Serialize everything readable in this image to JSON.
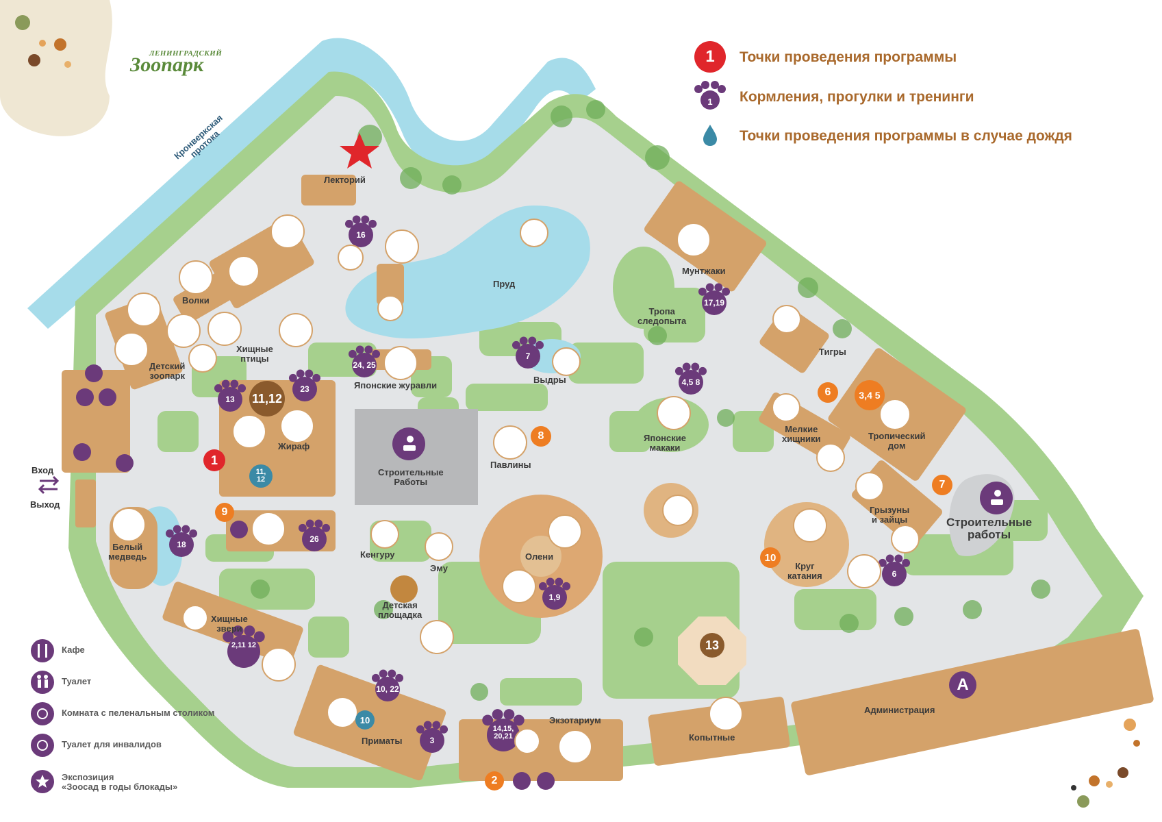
{
  "logo": {
    "top_text": "ЛЕНИНГРАДСКИЙ",
    "main_text": "Зоопарк"
  },
  "legend": {
    "program_points": {
      "badge": "1",
      "label": "Точки проведения программы"
    },
    "feedings": {
      "badge": "1",
      "label": "Кормления, прогулки и тренинги"
    },
    "rain": {
      "label": "Точки проведения программы в случае дождя"
    }
  },
  "key": {
    "cafe": "Кафе",
    "toilet": "Туалет",
    "baby_room": "Комната с пеленальным столиком",
    "disabled_toilet": "Туалет для инвалидов",
    "exposition_line1": "Экспозиция",
    "exposition_line2": "«Зоосад в годы блокады»"
  },
  "river": {
    "line1": "Кронверкская",
    "line2": "протока"
  },
  "entrance": {
    "enter": "Вход",
    "exit": "Выход"
  },
  "places": {
    "lectorium": "Лекторий",
    "pond": "Пруд",
    "wolves": "Волки",
    "birds_of_prey_1": "Хищные",
    "birds_of_prey_2": "птицы",
    "children_zoo_1": "Детский",
    "children_zoo_2": "зоопарк",
    "giraffe": "Жираф",
    "japanese_cranes": "Японские журавли",
    "otters": "Выдры",
    "construction_center_1": "Строительные",
    "construction_center_2": "Работы",
    "peacocks": "Павлины",
    "muntjacs": "Мунтжаки",
    "trail_1": "Тропа",
    "trail_2": "следопыта",
    "tigers": "Тигры",
    "japanese_macaques_1": "Японские",
    "japanese_macaques_2": "макаки",
    "small_predators_1": "Мелкие",
    "small_predators_2": "хищники",
    "tropical_house_1": "Тропический",
    "tropical_house_2": "дом",
    "construction_right_1": "Строительные",
    "construction_right_2": "работы",
    "rodents_1": "Грызуны",
    "rodents_2": "и зайцы",
    "riding_circle_1": "Круг",
    "riding_circle_2": "катания",
    "polar_bear_1": "Белый",
    "polar_bear_2": "медведь",
    "kangaroo": "Кенгуру",
    "emu": "Эму",
    "deer": "Олени",
    "playground_1": "Детская",
    "playground_2": "площадка",
    "predators_1": "Хищные",
    "predators_2": "звери",
    "primates": "Приматы",
    "exotarium": "Экзотариум",
    "hoofed": "Копытные",
    "administration": "Администрация"
  },
  "program_markers": {
    "red": "1",
    "orange": [
      "2",
      "3,4 5",
      "6",
      "7",
      "8",
      "9",
      "10"
    ],
    "brown_center": "11,12",
    "brown_13": "13",
    "admin_letter": "A"
  },
  "paw_markers": [
    "16",
    "17,19",
    "24, 25",
    "7",
    "4,5 8",
    "13",
    "23",
    "26",
    "18",
    "6",
    "1,9",
    "2,11 12",
    "10, 22",
    "3",
    "14,15, 20,21"
  ],
  "rain_markers": [
    "11, 12",
    "10"
  ],
  "colors": {
    "accent_text": "#a9692c",
    "purple": "#6b3a7a",
    "red": "#e0262b",
    "orange": "#ee7d22",
    "brown": "#8a5a2c",
    "teal": "#3b8aa6",
    "water": "#a6dcea",
    "grass": "#a6d08d",
    "building": "#d4a26a",
    "path": "#e3e5e7"
  }
}
